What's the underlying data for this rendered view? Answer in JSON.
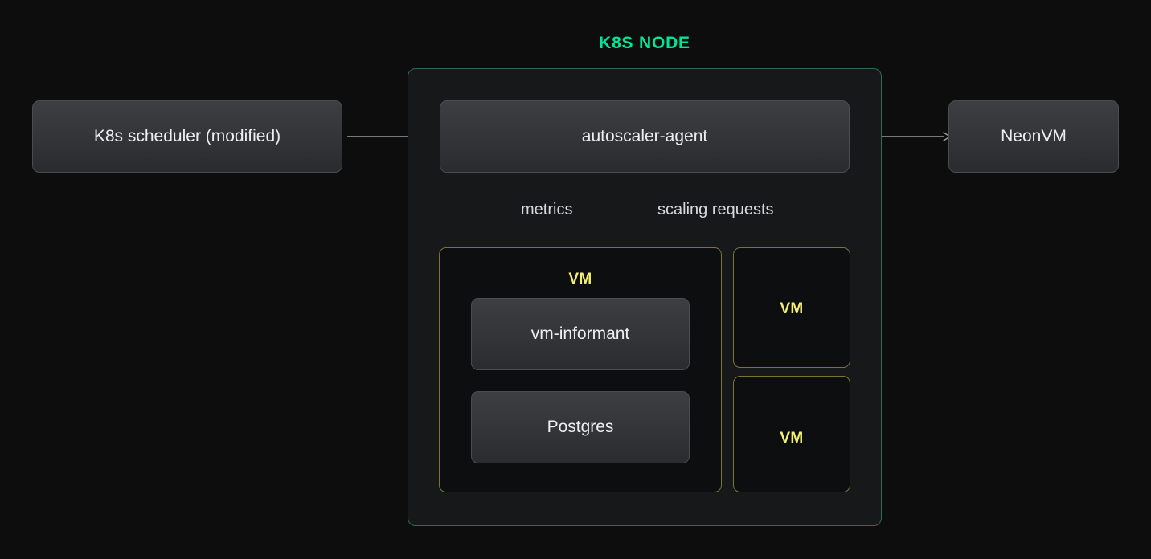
{
  "diagram": {
    "title": "K8S NODE",
    "title_color": "#00e599",
    "background_color": "#0d0d0d",
    "node_background_color": "#171819",
    "node_border_color": "#2f6b52",
    "vm_border_color": "#7d7333",
    "vm_label_color": "#f5f073",
    "component_text_color": "#eceff2",
    "arrow_color": "#9a9da2"
  },
  "external": {
    "scheduler": {
      "label": "K8s scheduler (modified)"
    },
    "neonvm": {
      "label": "NeonVM"
    }
  },
  "node": {
    "agent": {
      "label": "autoscaler-agent"
    },
    "vm_main": {
      "label": "VM",
      "components": [
        {
          "label": "vm-informant"
        },
        {
          "label": "Postgres"
        }
      ]
    },
    "vm_secondary": [
      {
        "label": "VM"
      },
      {
        "label": "VM"
      }
    ]
  },
  "edges": [
    {
      "id": "scheduler-agent",
      "label": "",
      "direction": "left",
      "from": "autoscaler-agent",
      "to": "K8s scheduler (modified)"
    },
    {
      "id": "agent-neonvm",
      "label": "",
      "direction": "right",
      "from": "autoscaler-agent",
      "to": "NeonVM"
    },
    {
      "id": "metrics",
      "label": "metrics",
      "direction": "both",
      "from": "autoscaler-agent",
      "to": "VM"
    },
    {
      "id": "scaling-requests",
      "label": "scaling requests",
      "direction": "both",
      "from": "autoscaler-agent",
      "to": "vm-informant"
    }
  ]
}
